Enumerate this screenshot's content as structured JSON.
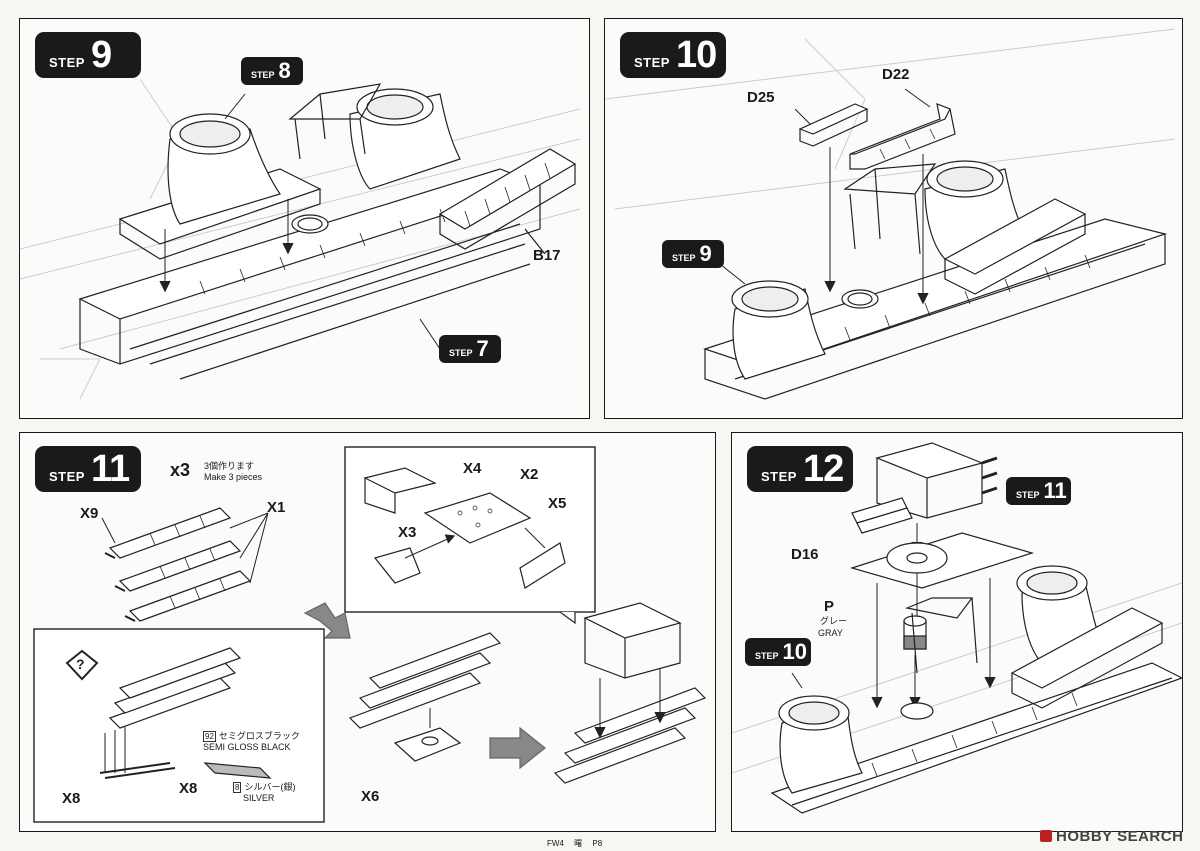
{
  "steps": {
    "step9": {
      "word": "STEP",
      "number": "9",
      "ref_step8": {
        "word": "STEP",
        "number": "8"
      },
      "ref_step7": {
        "word": "STEP",
        "number": "7"
      },
      "part_b17": "B17"
    },
    "step10": {
      "word": "STEP",
      "number": "10",
      "ref_step9": {
        "word": "STEP",
        "number": "9"
      },
      "part_d25": "D25",
      "part_d22": "D22"
    },
    "step11": {
      "word": "STEP",
      "number": "11",
      "qty": "x3",
      "qty_jp": "3個作ります",
      "qty_en": "Make 3 pieces",
      "part_x9": "X9",
      "part_x1": "X1",
      "part_x4": "X4",
      "part_x2": "X2",
      "part_x3": "X3",
      "part_x5": "X5",
      "part_x6": "X6",
      "part_x8": "X8",
      "part_x8b": "X8",
      "paint1": {
        "code": "92",
        "jp": "セミグロスブラック",
        "en": "SEMI GLOSS BLACK"
      },
      "paint2": {
        "code": "8",
        "jp": "シルバー(銀)",
        "en": "SILVER"
      }
    },
    "step12": {
      "word": "STEP",
      "number": "12",
      "ref_step11": {
        "word": "STEP",
        "number": "11"
      },
      "ref_step10": {
        "word": "STEP",
        "number": "10"
      },
      "part_d16": "D16",
      "part_p": "P",
      "p_jp": "グレー",
      "p_en": "GRAY"
    }
  },
  "footer": {
    "model": "FW4",
    "name": "曙",
    "page": "P8"
  },
  "watermark": "HOBBY SEARCH"
}
